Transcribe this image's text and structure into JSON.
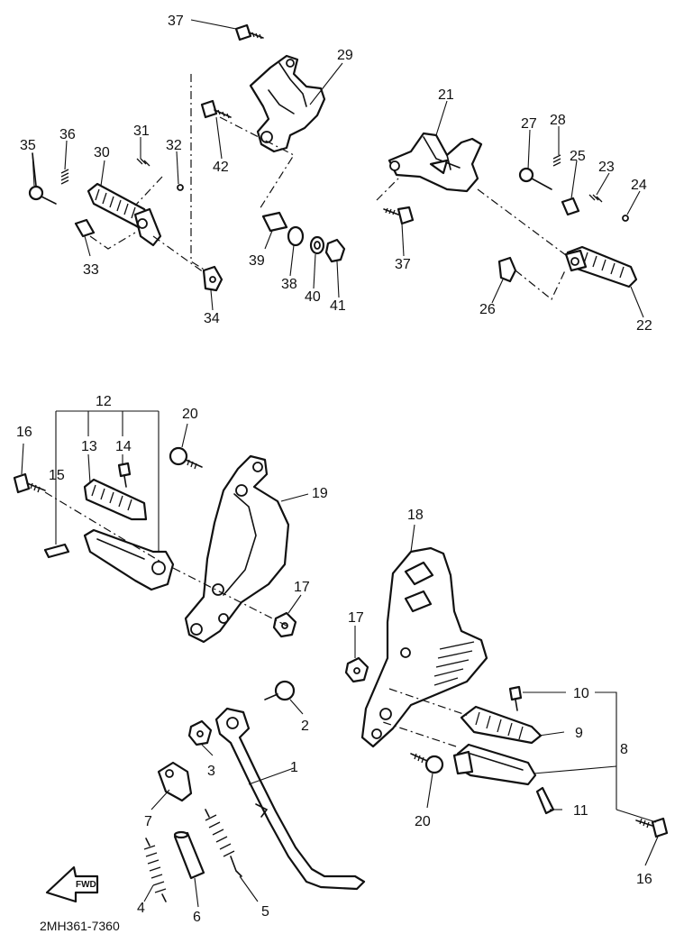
{
  "diagram_code": "2MH361-7360",
  "fwd_label": "FWD",
  "callouts": {
    "n37a": "37",
    "n29": "29",
    "n21": "21",
    "n27": "27",
    "n28": "28",
    "n35": "35",
    "n36": "36",
    "n31": "31",
    "n32": "32",
    "n30": "30",
    "n42": "42",
    "n25": "25",
    "n23": "23",
    "n24": "24",
    "n33": "33",
    "n37b": "37",
    "n39": "39",
    "n38": "38",
    "n40": "40",
    "n41": "41",
    "n34": "34",
    "n26": "26",
    "n22": "22",
    "n12": "12",
    "n20a": "20",
    "n16a": "16",
    "n13": "13",
    "n14": "14",
    "n15": "15",
    "n19": "19",
    "n18": "18",
    "n17a": "17",
    "n17b": "17",
    "n10": "10",
    "n2": "2",
    "n9": "9",
    "n8": "8",
    "n1": "1",
    "n3": "3",
    "n7": "7",
    "n20b": "20",
    "n11": "11",
    "n16b": "16",
    "n4": "4",
    "n6": "6",
    "n5": "5"
  }
}
